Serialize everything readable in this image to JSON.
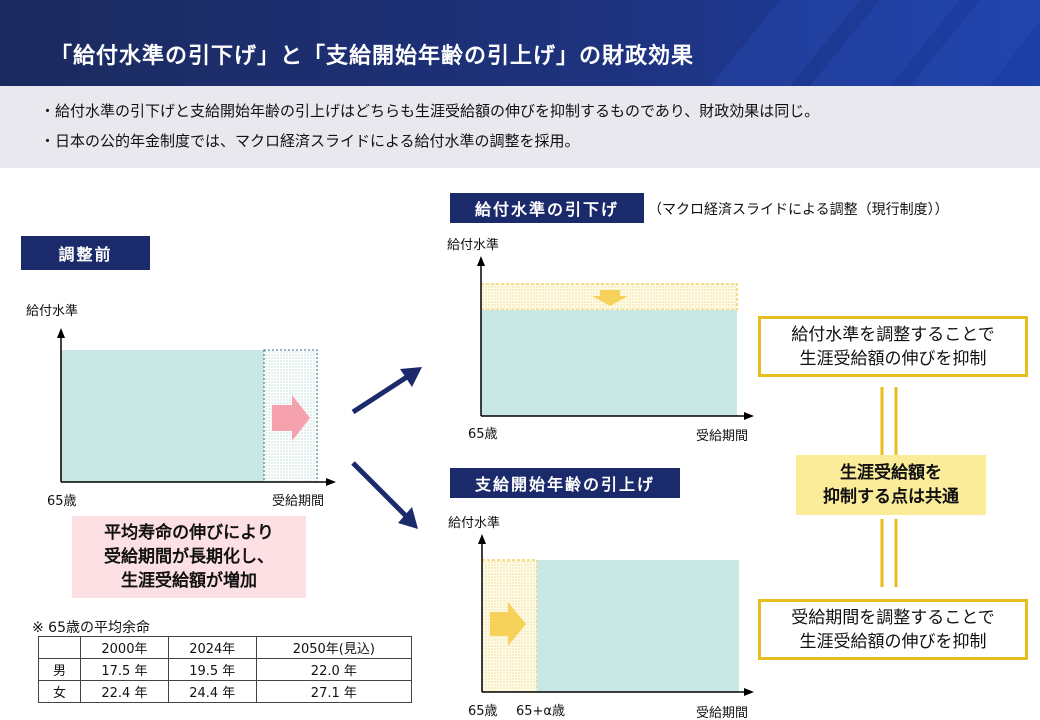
{
  "header": {
    "title": "「給付水準の引下げ」と「支給開始年齢の引上げ」の財政効果"
  },
  "summary": {
    "lines": [
      "・給付水準の引下げと支給開始年齢の引上げはどちらも生涯受給額の伸びを抑制するものであり、財政効果は同じ。",
      "・日本の公的年金制度では、マクロ経済スライドによる給付水準の調整を採用。"
    ]
  },
  "before": {
    "tag": "調整前",
    "y_label": "給付水準",
    "x_start": "65歳",
    "x_end": "受給期間",
    "note_lines": [
      "平均寿命の伸びにより",
      "受給期間が長期化し、",
      "生涯受給額が増加"
    ]
  },
  "reduction": {
    "tag": "給付水準の引下げ",
    "subtitle": "（マクロ経済スライドによる調整（現行制度））",
    "y_label": "給付水準",
    "x_start": "65歳",
    "x_end": "受給期間"
  },
  "raise": {
    "tag": "支給開始年齢の引上げ",
    "y_label": "給付水準",
    "x_start": "65歳",
    "x_mid": "65+α歳",
    "x_end": "受給期間"
  },
  "boxes": {
    "top_lines": [
      "給付水準を調整することで",
      "生涯受給額の伸びを抑制"
    ],
    "middle_lines": [
      "生涯受給額を",
      "抑制する点は共通"
    ],
    "bottom_lines": [
      "受給期間を調整することで",
      "生涯受給額の伸びを抑制"
    ]
  },
  "table": {
    "caption": "※ 65歳の平均余命",
    "headers": [
      "",
      "2000年",
      "2024年",
      "2050年(見込)"
    ],
    "rows": [
      [
        "男",
        "17.5 年",
        "19.5 年",
        "22.0 年"
      ],
      [
        "女",
        "22.4 年",
        "24.4 年",
        "27.1 年"
      ]
    ]
  },
  "colors": {
    "navy": "#1b2a6b",
    "teal_fill": "#c9e7e5",
    "yellow_border": "#e6bd1c",
    "yellow_fill": "#fbec9a",
    "pink_fill": "#fde0e4",
    "pink_arrow": "#f6a1ae"
  }
}
